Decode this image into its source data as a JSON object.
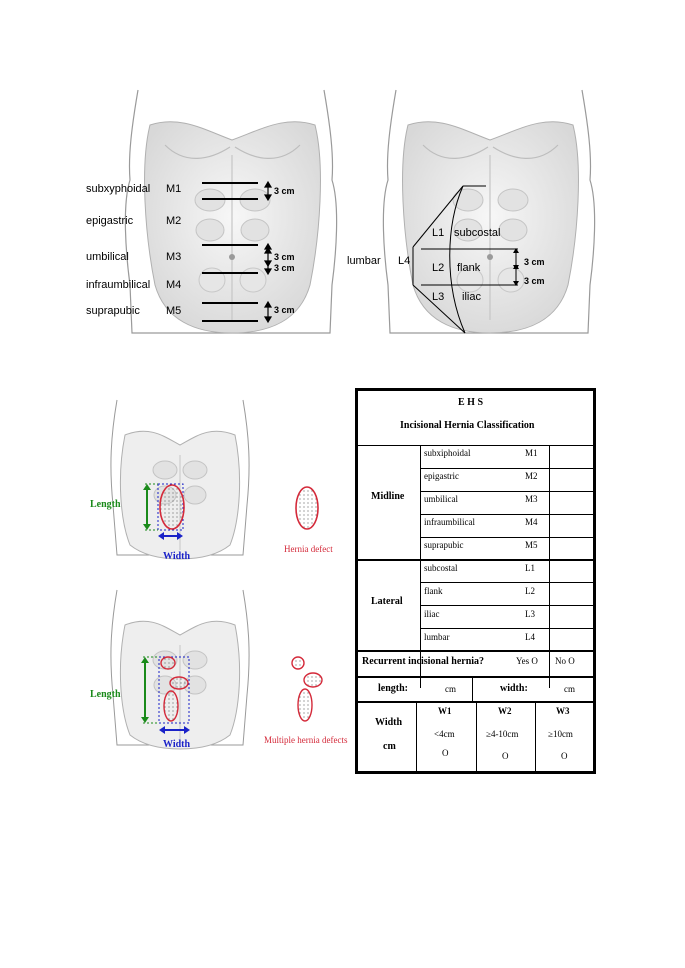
{
  "top_left": {
    "labels": [
      "subxyphoidal",
      "epigastric",
      "umbilical",
      "infraumbilical",
      "suprapubic"
    ],
    "codes": [
      "M1",
      "M2",
      "M3",
      "M4",
      "M5"
    ],
    "measure": "3 cm"
  },
  "top_right": {
    "lumbar": "lumbar",
    "l4": "L4",
    "codes": [
      "L1",
      "L2",
      "L3"
    ],
    "labels": [
      "subcostal",
      "flank",
      "iliac"
    ],
    "measure": "3 cm"
  },
  "single_defect": {
    "length": "Length",
    "width": "Width",
    "caption": "Hernia defect"
  },
  "multiple_defects": {
    "length": "Length",
    "width": "Width",
    "caption": "Multiple hernia defects"
  },
  "colors": {
    "defect": "#d42a3a",
    "length_arrow": "#1a8a1a",
    "width_arrow": "#1a22c8",
    "torso_fill": "#eeeeee",
    "torso_line": "#9a9a9a"
  },
  "ehs_table": {
    "title": "E H S",
    "subtitle": "Incisional Hernia Classification",
    "midline": {
      "header": "Midline",
      "rows": [
        {
          "name": "subxiphoidal",
          "code": "M1"
        },
        {
          "name": "epigastric",
          "code": "M2"
        },
        {
          "name": "umbilical",
          "code": "M3"
        },
        {
          "name": "infraumbilical",
          "code": "M4"
        },
        {
          "name": "suprapubic",
          "code": "M5"
        }
      ]
    },
    "lateral": {
      "header": "Lateral",
      "rows": [
        {
          "name": "subcostal",
          "code": "L1"
        },
        {
          "name": "flank",
          "code": "L2"
        },
        {
          "name": "iliac",
          "code": "L3"
        },
        {
          "name": "lumbar",
          "code": "L4"
        }
      ]
    },
    "recurrent": {
      "question": "Recurrent incisional hernia?",
      "yes": "Yes  O",
      "no": "No  O"
    },
    "length_label": "length:",
    "length_unit": "cm",
    "width_label": "width:",
    "width_unit": "cm",
    "width_cm": {
      "label_line1": "Width",
      "label_line2": "cm",
      "columns": [
        {
          "code": "W1",
          "range": "<4cm",
          "mark": "O"
        },
        {
          "code": "W2",
          "range": "≥4-10cm",
          "mark": "O"
        },
        {
          "code": "W3",
          "range": "≥10cm",
          "mark": "O"
        }
      ]
    }
  }
}
